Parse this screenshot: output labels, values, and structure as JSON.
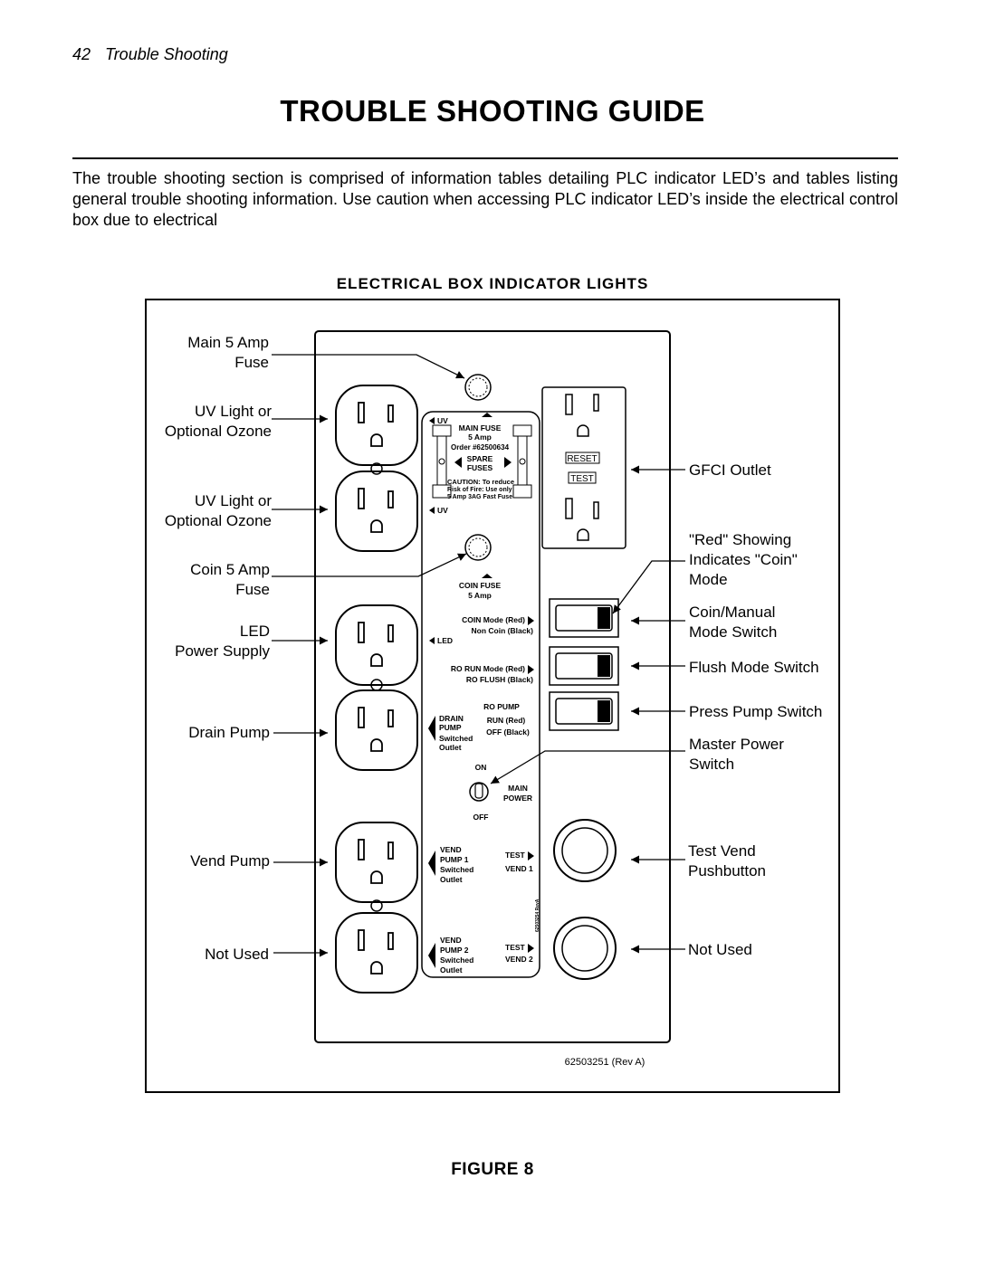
{
  "header": {
    "page_number": "42",
    "section": "Trouble  Shooting"
  },
  "title": "TROUBLE SHOOTING GUIDE",
  "intro": "The trouble shooting section is comprised of information tables detailing PLC indicator LED’s and tables listing general trouble shooting information.  Use caution when accessing PLC indicator LED’s inside the electrical control box due to electrical",
  "figure_title": "ELECTRICAL  BOX  INDICATOR  LIGHTS",
  "left_labels": {
    "main_fuse": [
      "Main 5 Amp",
      "Fuse"
    ],
    "uv1": [
      "UV Light or",
      "Optional Ozone"
    ],
    "uv2": [
      "UV Light or",
      "Optional Ozone"
    ],
    "coin_fuse": [
      "Coin 5 Amp",
      "Fuse"
    ],
    "led": [
      "LED",
      "Power Supply"
    ],
    "drain": "Drain Pump",
    "vend": "Vend Pump",
    "not_used": "Not Used"
  },
  "right_labels": {
    "gfci": "GFCI Outlet",
    "red": [
      "\"Red\" Showing",
      "Indicates \"Coin\"",
      "Mode"
    ],
    "coin_manual": [
      "Coin/Manual",
      "Mode Switch"
    ],
    "flush": "Flush Mode Switch",
    "press": "Press Pump Switch",
    "master": [
      "Master Power",
      "Switch"
    ],
    "test_vend": [
      "Test Vend",
      "Pushbutton"
    ],
    "not_used": "Not Used"
  },
  "gfci_buttons": {
    "reset": "RESET",
    "test": "TEST"
  },
  "panel": {
    "uv_top": "UV",
    "main_fuse": [
      "MAIN FUSE",
      "5 Amp",
      "Order #62500634"
    ],
    "spare": [
      "SPARE",
      "FUSES"
    ],
    "caution": [
      "CAUTION: To reduce",
      "Risk of Fire: Use only",
      "5 Amp 3AG Fast Fuse"
    ],
    "uv_bottom": "UV",
    "coin_fuse": [
      "COIN FUSE",
      "5 Amp"
    ],
    "coin_mode": [
      "COIN Mode (Red)",
      "Non Coin (Black)"
    ],
    "led": "LED",
    "ro_run": [
      "RO RUN Mode (Red)",
      "RO FLUSH (Black)"
    ],
    "ro_pump": [
      "RO PUMP",
      "RUN (Red)",
      "OFF (Black)"
    ],
    "drain": [
      "DRAIN",
      "PUMP",
      "Switched",
      "Outlet"
    ],
    "on": "ON",
    "main_power": [
      "MAIN",
      "POWER"
    ],
    "off": "OFF",
    "vend1": [
      "VEND",
      "PUMP 1",
      "Switched",
      "Outlet"
    ],
    "test_vend1": [
      "TEST",
      "VEND 1"
    ],
    "vend2": [
      "VEND",
      "PUMP 2",
      "Switched",
      "Outlet"
    ],
    "test_vend2": [
      "TEST",
      "VEND 2"
    ],
    "side_code": "62503254 RevA"
  },
  "part_number": "62503251  (Rev  A)",
  "figure_caption": "FIGURE  8"
}
